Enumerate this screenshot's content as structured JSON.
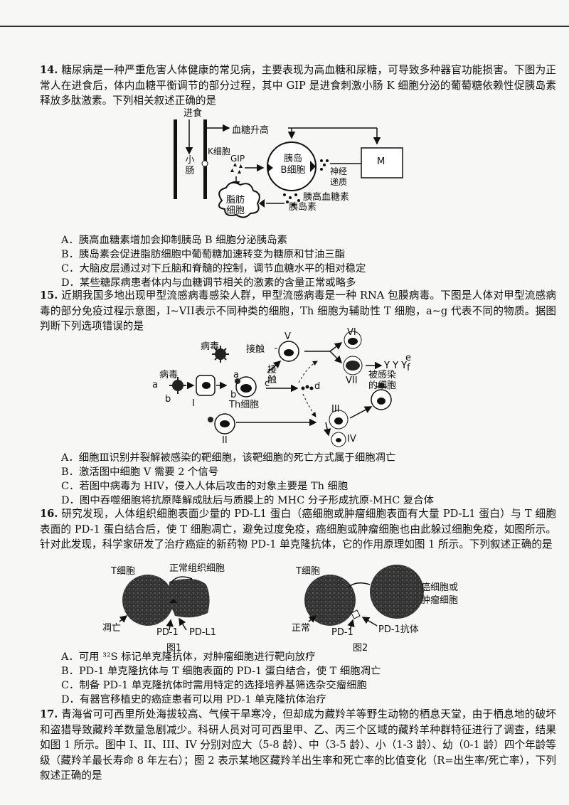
{
  "q14": {
    "number": "14.",
    "stem": "糖尿病是一种严重危害人体健康的常见病，主要表现为高血糖和尿糖，可导致多种器官功能损害。下图为正常人在进食后，体内血糖平衡调节的部分过程，其中 GIP 是进食刺激小肠 K 细胞分泌的葡萄糖依赖性促胰岛素释放多肽激素。下列相关叙述正确的是",
    "figure": {
      "jinshi": "进食",
      "xiaochang": "小肠",
      "kcell": "K细胞",
      "gip": "GIP",
      "xuetang": "血糖升高",
      "yidao": "胰岛\nB细胞",
      "shenjing": "神经\n递质",
      "m": "M",
      "yigaoxuetang": "胰高血糖素",
      "zhifang": "脂肪\n细胞",
      "yidaosu": "胰岛素"
    },
    "options": [
      "A．胰高血糖素增加会抑制胰岛 B 细胞分泌胰岛素",
      "B．胰岛素会促进脂肪细胞中葡萄糖加速转变为糖原和甘油三酯",
      "C．大脑皮层通过对下丘脑和脊髓的控制，调节血糖水平的相对稳定",
      "D．某些糖尿病患者体内与血糖调节相关的激素的含量正常或略多"
    ]
  },
  "q15": {
    "number": "15.",
    "stem": "近期我国多地出现甲型流感病毒感染人群，甲型流感病毒是一种 RNA 包膜病毒。下图是人体对甲型流感病毒的部分免疫过程示意图，I~VII表示不同种类的细胞，Th 细胞为辅助性 T 细胞，a~g 代表不同的物质。据图判断下列选项错误的是",
    "figure": {
      "bingdu1": "病毒",
      "bingdu2": "病毒",
      "jiechu1": "接触",
      "jiechu2": "接\n触",
      "thcell": "Th细胞",
      "beiganran": "被感染\n的细胞",
      "r1": "I",
      "r2": "II",
      "r3": "III",
      "r4": "IV",
      "r5": "V",
      "r6": "VI",
      "r7": "VII",
      "la": "a",
      "lb": "b",
      "la2": "a",
      "lb2": "b",
      "lc": "c",
      "ld": "d",
      "le": "e",
      "lf": "f"
    },
    "options": [
      "A．细胞Ⅲ识别并裂解被感染的靶细胞，该靶细胞的死亡方式属于细胞凋亡",
      "B．激活图中细胞 V 需要 2 个信号",
      "C．若图中病毒为 HIV，侵入人体后攻击的对象主要是 Th 细胞",
      "D．图中吞噬细胞将抗原降解成肽后与质膜上的 MHC 分子形成抗原-MHC 复合体"
    ]
  },
  "q16": {
    "number": "16.",
    "stem": "研究发现，人体组织细胞表面少量的 PD-L1 蛋白（癌细胞或肿瘤细胞表面有大量 PD-L1 蛋白）与 T 细胞表面的 PD-1 蛋白结合后，使 T 细胞凋亡，避免过度免疫，癌细胞或肿瘤细胞也由此躲过细胞免疫，如图所示。针对此发现，科学家研发了治疗癌症的新药物 PD-1 单克隆抗体，它的作用原理如图 1 所示。下列叙述正确的是",
    "fig1": {
      "tcell": "T细胞",
      "normal_tissue": "正常组织细胞",
      "apoptosis": "凋亡",
      "pd1": "PD-1",
      "pdl1": "PD-L1",
      "caption": "图1"
    },
    "fig2": {
      "tcell": "T细胞",
      "cancer": "癌细胞或\n肿瘤细胞",
      "normal": "正常",
      "pd1": "PD-1",
      "antibody": "PD-1抗体",
      "caption": "图2"
    },
    "options": [
      "A．可用 ³²S 标记单克隆抗体，对肿瘤细胞进行靶向放疗",
      "B．PD-1 单克隆抗体与 T 细胞表面的 PD-1 蛋白结合，使 T 细胞凋亡",
      "C．制备 PD-1 单克隆抗体时需用特定的选择培养基筛选杂交瘤细胞",
      "D．有器官移植史的癌症患者可以用 PD-1 单克隆抗体治疗"
    ]
  },
  "q17": {
    "number": "17.",
    "stem": "青海省可可西里所处海拔较高、气候干旱寒冷，但却成为藏羚羊等野生动物的栖息天堂，由于栖息地的破坏和盗猎导致藏羚羊数量急剧减少。科研人员对可可西里甲、乙、丙三个区域的藏羚羊种群特征进行了调查，结果如图 1 所示。图中 I、II、III、IV 分别对应大（5-8 龄）、中（3-5 龄）、小（1-3 龄）、幼（0-1 龄）四个年龄等级（藏羚羊最长寿命 8 年左右）；图 2 表示某地区藏羚羊出生率和死亡率的比值变化（R=出生率/死亡率），下列叙述正确的是"
  }
}
